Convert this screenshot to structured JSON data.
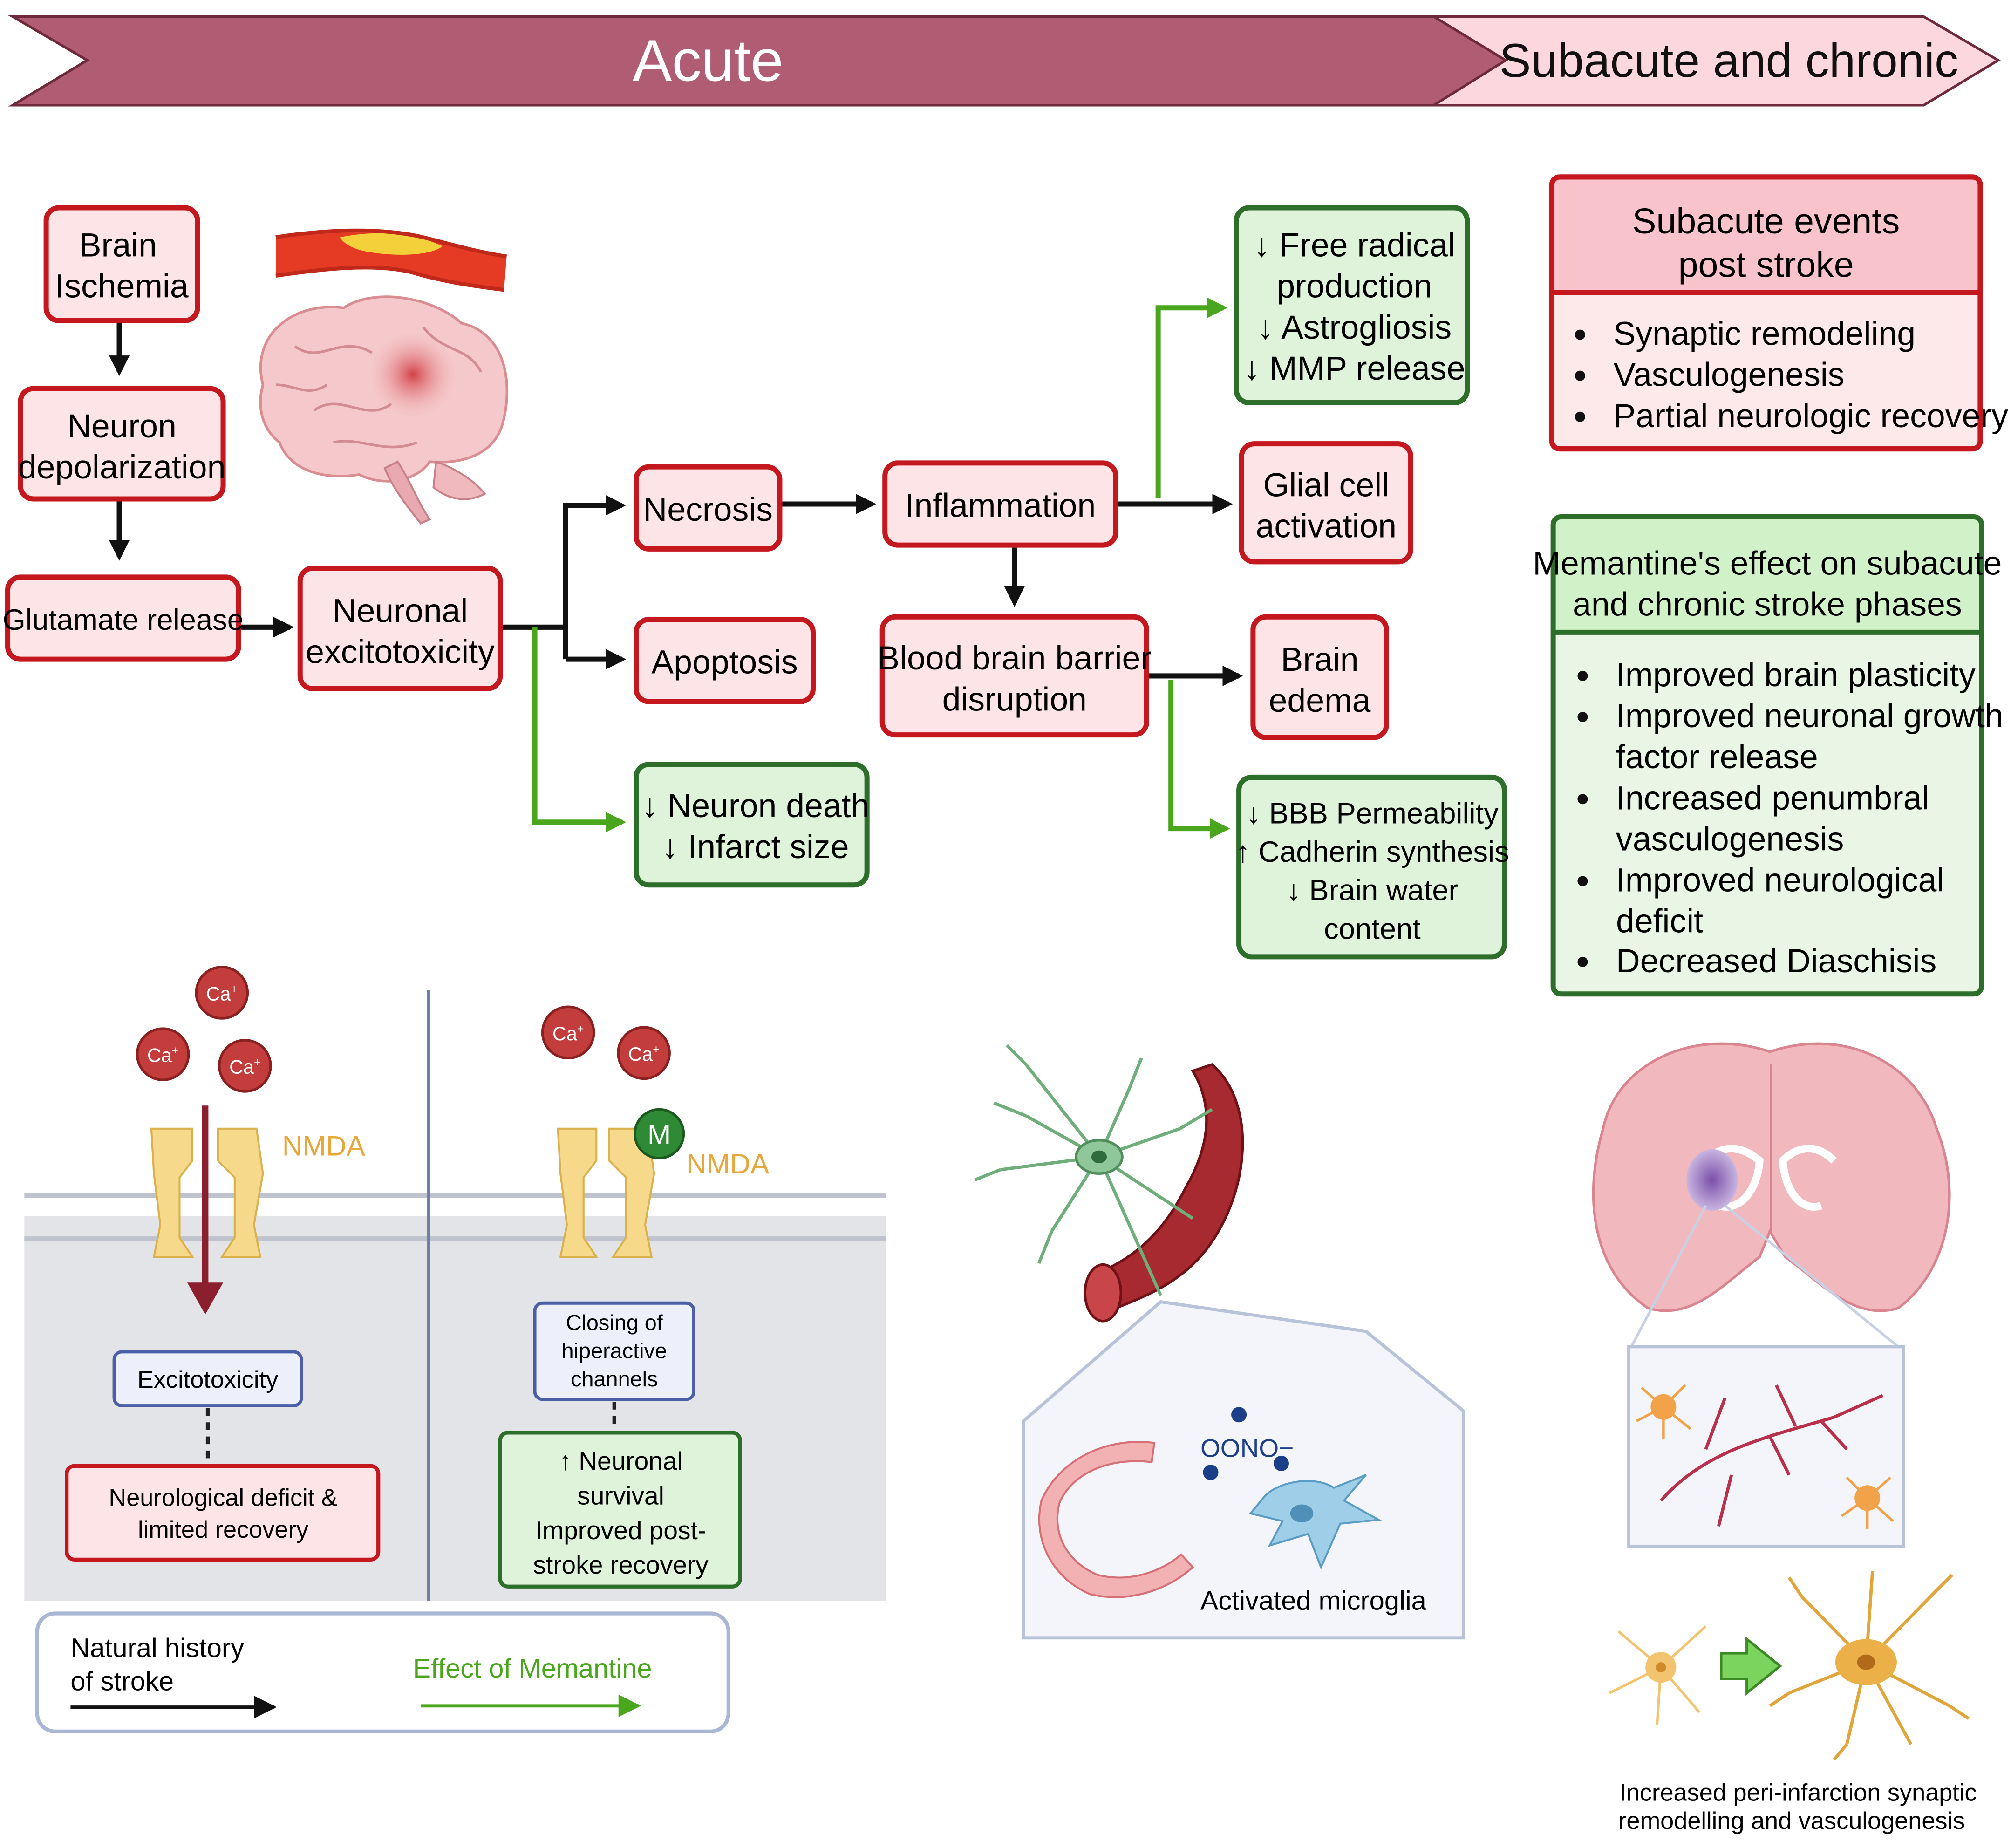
{
  "header": {
    "acute": "Acute",
    "subacute": "Subacute and chronic"
  },
  "flow": {
    "brain_ischemia": [
      "Brain",
      "Ischemia"
    ],
    "neuron_depolarization": [
      "Neuron",
      "depolarization"
    ],
    "glutamate_release": "Glutamate release",
    "neuronal_excitotoxicity": [
      "Neuronal",
      "excitotoxicity"
    ],
    "necrosis": "Necrosis",
    "apoptosis": "Apoptosis",
    "neuron_death": [
      "↓ Neuron death",
      "↓ Infarct size"
    ],
    "inflammation": "Inflammation",
    "free_radical": [
      "↓ Free radical",
      "production",
      "↓ Astrogliosis",
      "↓ MMP release"
    ],
    "glial": [
      "Glial cell",
      "activation"
    ],
    "bbb": [
      "Blood brain barrier",
      "disruption"
    ],
    "brain_edema": [
      "Brain",
      "edema"
    ],
    "bbb_effect": [
      "↓ BBB Permeability",
      "↑ Cadherin synthesis",
      "↓ Brain water",
      "content"
    ]
  },
  "subacute_box": {
    "title": [
      "Subacute events",
      "post stroke"
    ],
    "items": [
      "Synaptic remodeling",
      "Vasculogenesis",
      "Partial neurologic recovery"
    ]
  },
  "memantine_box": {
    "title": [
      "Memantine's effect on subacute",
      "and chronic stroke phases"
    ],
    "items": [
      [
        "Improved brain plasticity"
      ],
      [
        "Improved neuronal growth",
        "factor release"
      ],
      [
        "Increased penumbral",
        "vasculogenesis"
      ],
      [
        "Improved neurological",
        "deficit"
      ],
      [
        "Decreased Diaschisis"
      ]
    ]
  },
  "nmda_panel": {
    "ion": "Ca",
    "ion_charge": "+",
    "receptor": "NMDA",
    "blocker": "M",
    "excitotoxicity": "Excitotoxicity",
    "deficit": [
      "Neurological deficit &",
      "limited recovery"
    ],
    "closing": [
      "Closing of",
      "hiperactive",
      "channels"
    ],
    "survival": [
      "↑ Neuronal",
      "survival",
      "Improved post-",
      "stroke recovery"
    ]
  },
  "legend": {
    "natural": [
      "Natural history",
      "of stroke"
    ],
    "memantine": "Effect of Memantine"
  },
  "microglia": {
    "label": "Activated microglia",
    "species": "OONO−"
  },
  "chronic_caption": [
    "Increased peri-infarction synaptic",
    "remodelling and vasculogenesis"
  ],
  "colors": {
    "acute_band": "#b05d73",
    "subacute_band": "#fcd7de",
    "red_border": "#c4171e",
    "red_fill": "#fde4e6",
    "green_border": "#2c6e2a",
    "green_fill": "#dff2da",
    "green_arrow": "#4aa61c",
    "nmda_label": "#e8a73a",
    "ion": "#c33d3d"
  }
}
